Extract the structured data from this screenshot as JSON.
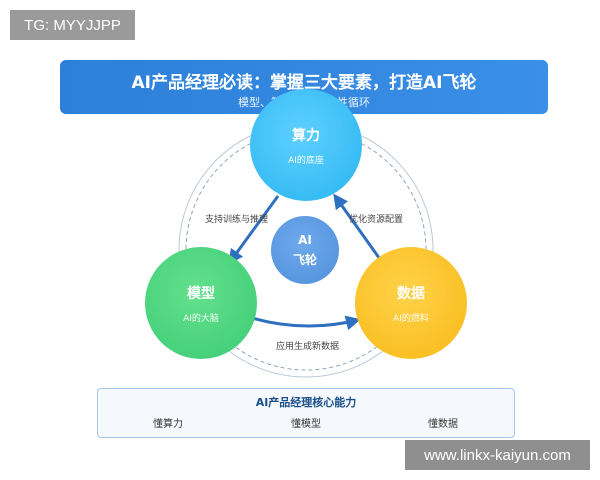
{
  "watermark": {
    "text": "TG: MYYJJPP"
  },
  "url_badge": {
    "text": "www.linkx-kaiyun.com"
  },
  "banner": {
    "title": "AI产品经理必读：掌握三大要素，打造AI飞轮",
    "subtitle": "模型、算力、数据良性循环"
  },
  "nodes": {
    "compute": {
      "title": "算力",
      "subtitle": "AI的底座",
      "color": "#29b4f0"
    },
    "model": {
      "title": "模型",
      "subtitle": "AI的大脑",
      "color": "#3ccb73"
    },
    "data": {
      "title": "数据",
      "subtitle": "AI的燃料",
      "color": "#f8b916"
    },
    "core": {
      "title_line1": "AI",
      "title_line2": "飞轮",
      "color": "#4f8fdc"
    }
  },
  "edges": {
    "compute_to_model": "支持训练与推理",
    "data_to_compute": "优化资源配置",
    "model_to_data": "应用生成新数据",
    "arrow_color": "#2f6fc0"
  },
  "capabilities": {
    "title": "AI产品经理核心能力",
    "items": [
      "懂算力",
      "懂模型",
      "懂数据"
    ]
  }
}
